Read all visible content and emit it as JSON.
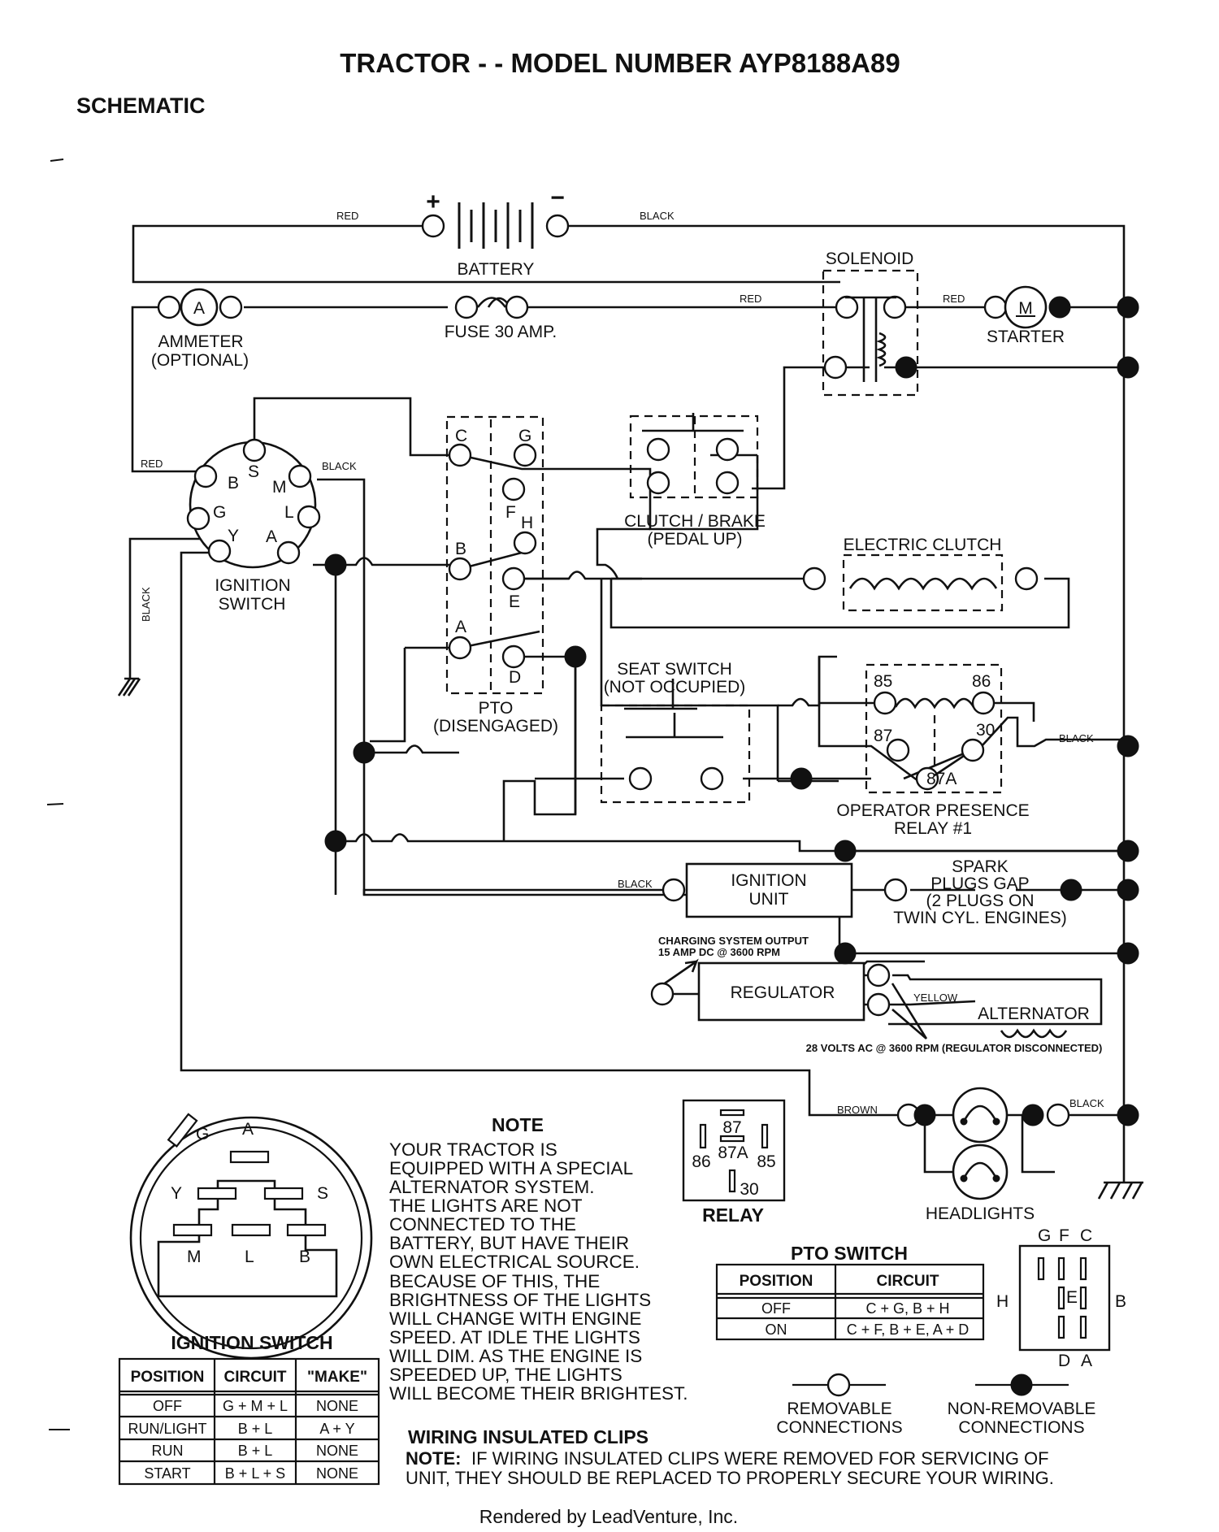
{
  "title": "TRACTOR - - MODEL NUMBER AYP8188A89",
  "section": "SCHEMATIC",
  "wire_colors": {
    "red": "RED",
    "black": "BLACK",
    "yellow": "YELLOW",
    "brown": "BROWN"
  },
  "components": {
    "battery": "BATTERY",
    "battery_plus": "+",
    "battery_minus": "−",
    "solenoid": "SOLENOID",
    "ammeter_symbol": "A",
    "ammeter": [
      "AMMETER",
      "(OPTIONAL)"
    ],
    "fuse": "FUSE 30 AMP.",
    "starter_symbol": "M",
    "starter": "STARTER",
    "ignition_switch": [
      "IGNITION",
      "SWITCH"
    ],
    "ignition_terminals": [
      "B",
      "S",
      "M",
      "G",
      "L",
      "Y",
      "A"
    ],
    "pto_terminals": [
      "C",
      "G",
      "F",
      "H",
      "B",
      "E",
      "A",
      "D"
    ],
    "pto": [
      "PTO",
      "(DISENGAGED)"
    ],
    "clutch_brake": [
      "CLUTCH / BRAKE",
      "(PEDAL UP)"
    ],
    "electric_clutch": "ELECTRIC CLUTCH",
    "seat_switch": [
      "SEAT SWITCH",
      "(NOT OCCUPIED)"
    ],
    "relay_terminals": [
      "85",
      "86",
      "87",
      "30",
      "87A"
    ],
    "operator_presence_relay": [
      "OPERATOR PRESENCE",
      "RELAY #1"
    ],
    "ignition_unit": [
      "IGNITION",
      "UNIT"
    ],
    "spark_plugs": [
      "SPARK",
      "PLUGS GAP",
      "(2 PLUGS ON",
      "TWIN CYL. ENGINES)"
    ],
    "charging_output": [
      "CHARGING SYSTEM OUTPUT",
      "15 AMP DC @ 3600 RPM"
    ],
    "regulator": "REGULATOR",
    "alternator": "ALTERNATOR",
    "alternator_output": "28 VOLTS AC @ 3600 RPM (REGULATOR DISCONNECTED)",
    "headlights": "HEADLIGHTS"
  },
  "ignition_switch_face": {
    "letters": [
      "G",
      "A",
      "Y",
      "S",
      "M",
      "L",
      "B"
    ],
    "title": "IGNITION SWITCH"
  },
  "ignition_table": {
    "headers": [
      "POSITION",
      "CIRCUIT",
      "\"MAKE\""
    ],
    "rows": [
      [
        "OFF",
        "G + M + L",
        "NONE"
      ],
      [
        "RUN/LIGHT",
        "B + L",
        "A + Y"
      ],
      [
        "RUN",
        "B + L",
        "NONE"
      ],
      [
        "START",
        "B + L + S",
        "NONE"
      ]
    ]
  },
  "note": {
    "heading": "NOTE",
    "lines": [
      "YOUR TRACTOR IS",
      "EQUIPPED WITH A SPECIAL",
      "ALTERNATOR SYSTEM.",
      "THE LIGHTS ARE NOT",
      "CONNECTED TO THE",
      "BATTERY, BUT HAVE THEIR",
      "OWN ELECTRICAL SOURCE.",
      "BECAUSE OF THIS, THE",
      "BRIGHTNESS OF THE LIGHTS",
      "WILL CHANGE WITH ENGINE",
      "SPEED.  AT IDLE THE LIGHTS",
      "WILL DIM.  AS THE ENGINE IS",
      "SPEEDED UP, THE LIGHTS",
      "WILL BECOME THEIR BRIGHTEST."
    ]
  },
  "relay_pinout": {
    "pins": [
      "87",
      "86",
      "87A",
      "85",
      "30"
    ],
    "title": "RELAY"
  },
  "pto_switch": {
    "title": "PTO SWITCH",
    "headers": [
      "POSITION",
      "CIRCUIT"
    ],
    "rows": [
      [
        "OFF",
        "C + G, B + H"
      ],
      [
        "ON",
        "C + F, B + E, A + D"
      ]
    ],
    "pin_letters_top": [
      "G",
      "F",
      "C"
    ],
    "pin_letter_left": "H",
    "pin_letter_center": "E",
    "pin_letter_right": "B",
    "pin_letters_bottom": [
      "D",
      "A"
    ]
  },
  "legend": {
    "removable": [
      "REMOVABLE",
      "CONNECTIONS"
    ],
    "non_removable": [
      "NON-REMOVABLE",
      "CONNECTIONS"
    ]
  },
  "clips": {
    "heading": "WIRING INSULATED CLIPS",
    "note_label": "NOTE:",
    "line1": "IF WIRING INSULATED CLIPS WERE REMOVED FOR SERVICING OF",
    "line2": "UNIT, THEY SHOULD BE REPLACED TO PROPERLY SECURE YOUR WIRING."
  },
  "footer": "Rendered by LeadVenture, Inc."
}
